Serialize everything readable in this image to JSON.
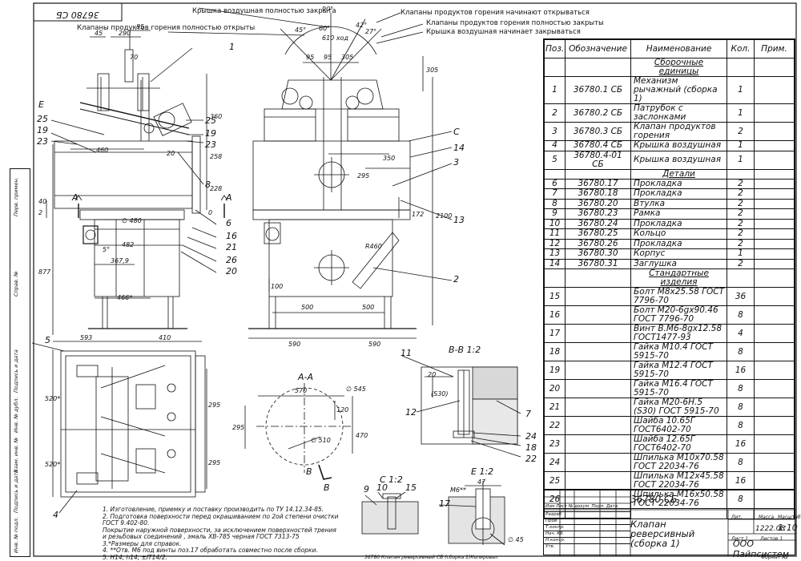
{
  "header": {
    "top_code": "36780 СБ"
  },
  "callouts": {
    "lid_closed": "Крышка воздушная полностью закрыта",
    "valves_closed": "Клапаны продуктов горения полностью открыты",
    "valves_begin": "Клапаны продуктов горения начинают открываться",
    "valves_open": "Клапаны продуктов горения полностью закрыты",
    "lid_begin": "Крышка воздушная начинает закрываться"
  },
  "dims": {
    "d45": "45",
    "d290": "290",
    "d85": "85",
    "d70": "70",
    "d360": "360",
    "d258": "258",
    "d228": "228",
    "d0": "0",
    "d40": "40",
    "d2": "2",
    "d877": "877",
    "d460": "460",
    "d480": "∅ 480",
    "d482": "482",
    "d3679": "367,9",
    "d466": "466*",
    "d5": "5°",
    "d20": "20",
    "d90": "90°",
    "d45a": "45°",
    "d42": "42°",
    "d27": "27°",
    "d60": "60°",
    "d610": "610 ход",
    "d95a": "95",
    "d95b": "95",
    "d305": "305",
    "d305v": "305",
    "d295": "295",
    "d350": "350",
    "d172": "172",
    "d2100": "2100",
    "dR460": "R460",
    "d100": "100",
    "d500a": "500",
    "d500b": "500",
    "d590a": "590",
    "d590b": "590",
    "d593": "593",
    "d410": "410",
    "d520a": "520*",
    "d520b": "520*",
    "d295b": "295",
    "d295c": "295",
    "d570": "570",
    "d545": "∅ 545",
    "d510": "∅ 510",
    "d120": "120",
    "d470": "470",
    "d295d": "295",
    "d20b": "20",
    "d30": "(S30)",
    "d47": "47",
    "dM6": "M6**",
    "d45b": "∅ 45",
    "d9": "9",
    "d10": "10",
    "d15": "15",
    "d17": "17"
  },
  "views": {
    "aa": "А-А",
    "bb": "В-В 1:2",
    "c": "С 1:2",
    "e": "Е 1:2",
    "arrowA": "А",
    "arrowB": "В",
    "E": "Е",
    "C": "С"
  },
  "leaders": {
    "p1": "1",
    "p2": "2",
    "p3": "3",
    "p4": "4",
    "p5": "5",
    "p6": "6",
    "p7": "7",
    "p8": "8",
    "p11": "11",
    "p12": "12",
    "p13": "13",
    "p14": "14",
    "p16": "16",
    "p18": "18",
    "p19a": "19",
    "p19b": "19",
    "p20": "20",
    "p21": "21",
    "p22": "22",
    "p23a": "23",
    "p23b": "23",
    "p24": "24",
    "p25a": "25",
    "p25b": "25",
    "p26": "26"
  },
  "bom": {
    "headers": [
      "Поз.",
      "Обозначение",
      "Наименование",
      "Кол.",
      "Прим."
    ],
    "rows": [
      {
        "type": "section",
        "name": "Сборочные единицы"
      },
      {
        "pos": "1",
        "code": "36780.1 СБ",
        "name": "Механизм рычажный (сборка 1)",
        "qty": "1"
      },
      {
        "pos": "2",
        "code": "36780.2 СБ",
        "name": "Патрубок с заслонками",
        "qty": "1"
      },
      {
        "pos": "3",
        "code": "36780.3 СБ",
        "name": "Клапан продуктов горения",
        "qty": "2"
      },
      {
        "pos": "4",
        "code": "36780.4 СБ",
        "name": "Крышка воздушная",
        "qty": "1"
      },
      {
        "pos": "5",
        "code": "36780.4-01 СБ",
        "name": "Крышка воздушная",
        "qty": "1"
      },
      {
        "type": "section",
        "name": "Детали"
      },
      {
        "pos": "6",
        "code": "36780.17",
        "name": "Прокладка",
        "qty": "2"
      },
      {
        "pos": "7",
        "code": "36780.18",
        "name": "Прокладка",
        "qty": "2"
      },
      {
        "pos": "8",
        "code": "36780.20",
        "name": "Втулка",
        "qty": "2"
      },
      {
        "pos": "9",
        "code": "36780.23",
        "name": "Рамка",
        "qty": "2"
      },
      {
        "pos": "10",
        "code": "36780.24",
        "name": "Прокладка",
        "qty": "2"
      },
      {
        "pos": "11",
        "code": "36780.25",
        "name": "Кольцо",
        "qty": "2"
      },
      {
        "pos": "12",
        "code": "36780.26",
        "name": "Прокладка",
        "qty": "2"
      },
      {
        "pos": "13",
        "code": "36780.30",
        "name": "Корпус",
        "qty": "1"
      },
      {
        "pos": "14",
        "code": "36780.31",
        "name": "Заглушка",
        "qty": "2"
      },
      {
        "type": "section",
        "name": "Стандартные изделия"
      },
      {
        "pos": "15",
        "code": "",
        "name": "Болт М8х25.58 ГОСТ 7796-70",
        "qty": "36"
      },
      {
        "pos": "16",
        "code": "",
        "name": "Болт М20-6gх90.46 ГОСТ 7796-70",
        "qty": "8"
      },
      {
        "pos": "17",
        "code": "",
        "name": "Винт В.М6-8gх12.58 ГОСТ1477-93",
        "qty": "4"
      },
      {
        "pos": "18",
        "code": "",
        "name": "Гайка М10.4 ГОСТ 5915-70",
        "qty": "8"
      },
      {
        "pos": "19",
        "code": "",
        "name": "Гайка М12.4 ГОСТ 5915-70",
        "qty": "16"
      },
      {
        "pos": "20",
        "code": "",
        "name": "Гайка М16.4 ГОСТ 5915-70",
        "qty": "8"
      },
      {
        "pos": "21",
        "code": "",
        "name": "Гайка М20-6Н.5 (S30) ГОСТ 5915-70",
        "qty": "8"
      },
      {
        "pos": "22",
        "code": "",
        "name": "Шайба 10.65Г ГОСТ6402-70",
        "qty": "8"
      },
      {
        "pos": "23",
        "code": "",
        "name": "Шайба 12.65Г ГОСТ6402-70",
        "qty": "16"
      },
      {
        "pos": "24",
        "code": "",
        "name": "Шпилька М10х70.58 ГОСТ 22034-76",
        "qty": "8"
      },
      {
        "pos": "25",
        "code": "",
        "name": "Шпилька М12х45.58 ГОСТ 22034-76",
        "qty": "16"
      },
      {
        "pos": "26",
        "code": "",
        "name": "Шпилька М16х50.58 ГОСТ 22034-76",
        "qty": "8"
      },
      {
        "pos": "",
        "code": "",
        "name": "",
        "qty": ""
      }
    ]
  },
  "stamp": {
    "code": "36780 СБ",
    "name": "Клапан реверсивный (сборка 1)",
    "mass": "1222.08",
    "scale": "1:10",
    "lit": "Лит.",
    "mass_label": "Масса",
    "scale_label": "Масштаб",
    "sheet": "Лист 1",
    "sheets": "Листов 1",
    "firm": "ООО Пайпсистем",
    "rows": [
      "Изм",
      "Разраб",
      "Пров",
      "Т.контр.",
      "Нач. КБ",
      "Н.контр.",
      "Утв."
    ],
    "cols": "Изм Лист  № докум.  Подп.  Дата"
  },
  "sidebar": {
    "labels": [
      "Перв. примен.",
      "Справ. №",
      "Подпись и дата",
      "Инв. № дубл.",
      "Взам. инв. №",
      "Подпись и дата",
      "Инв. № подл."
    ]
  },
  "notes": [
    "1. Изготовление, приемку и поставку производить по ТУ 14.12.34-85.",
    "2. Подготовка поверхности перед окрашиванием по 2ой степени очистки",
    "ГОСТ 9.402-80.",
    "Покрытие наружной поверхности, за исключением поверхностей трения",
    "и резьбовых соединений , эмаль ХВ-785 черная ГОСТ 7313-75",
    "3.*Размеры для справок.",
    "4. **Отв. М6 под винты поз.17 обработать совместно после сборки.",
    "5. Н14, h14, ±IT14/2."
  ],
  "footer": {
    "left": "36780 Клапан реверсивный СБ (сборка 1)Копировал",
    "format": "Формат А2"
  }
}
